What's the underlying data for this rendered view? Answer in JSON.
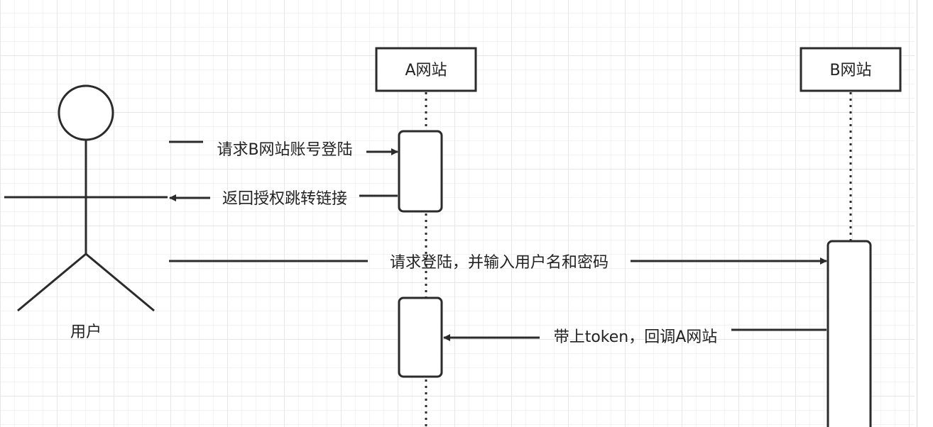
{
  "participants": {
    "user": "用户",
    "site_a": "A网站",
    "site_b": "B网站"
  },
  "messages": {
    "m1": "请求B网站账号登陆",
    "m2": "返回授权跳转链接",
    "m3": "请求登陆，并输入用户名和密码",
    "m4": "带上token，回调A网站"
  },
  "colors": {
    "line": "#2b2b2b",
    "grid_major": "#e6e6e6",
    "grid_minor": "#f3f3f3"
  }
}
